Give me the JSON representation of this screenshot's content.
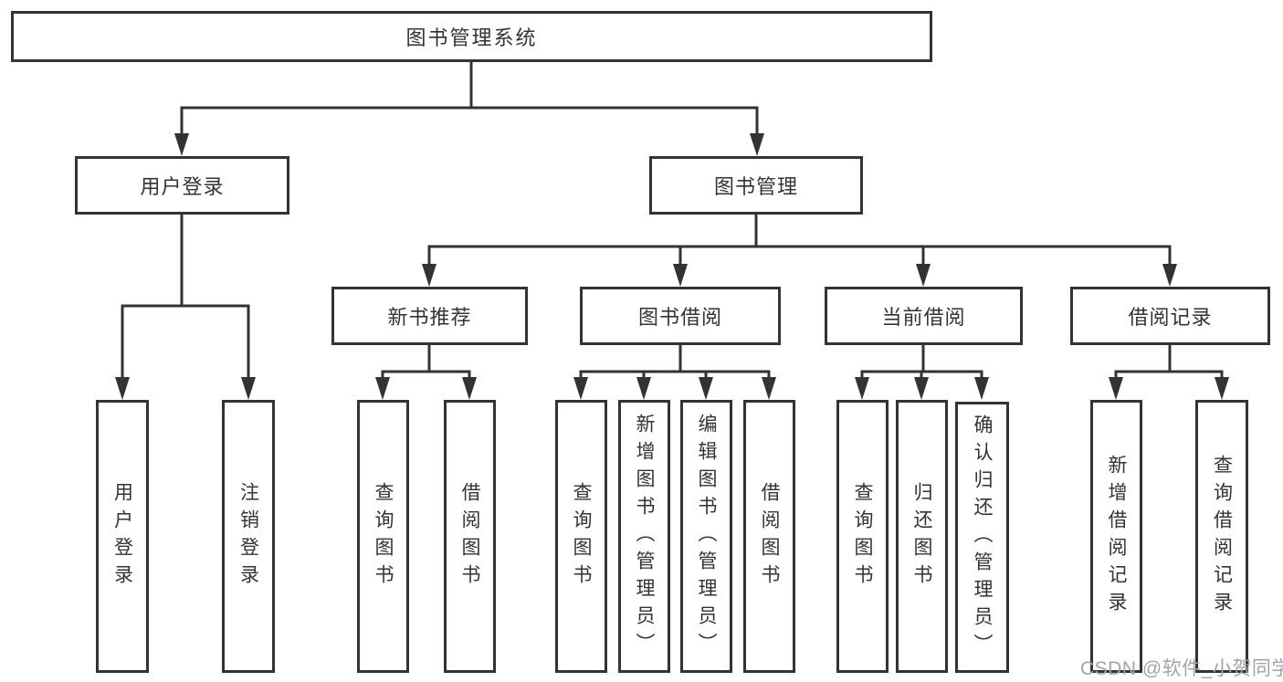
{
  "diagram": {
    "root": {
      "label": "图书管理系统"
    },
    "level2": [
      {
        "id": "user-login",
        "label": "用户登录"
      },
      {
        "id": "book-management",
        "label": "图书管理"
      }
    ],
    "level3": [
      {
        "id": "new-book-recommend",
        "label": "新书推荐"
      },
      {
        "id": "book-borrow",
        "label": "图书借阅"
      },
      {
        "id": "current-borrow",
        "label": "当前借阅"
      },
      {
        "id": "borrow-record",
        "label": "借阅记录"
      }
    ],
    "leaves": [
      {
        "parent": "user-login",
        "label": "用户登录"
      },
      {
        "parent": "user-login",
        "label": "注销登录"
      },
      {
        "parent": "new-book-recommend",
        "label": "查询图书"
      },
      {
        "parent": "new-book-recommend",
        "label": "借阅图书"
      },
      {
        "parent": "book-borrow",
        "label": "查询图书"
      },
      {
        "parent": "book-borrow",
        "label": "新增图书（管理员）"
      },
      {
        "parent": "book-borrow",
        "label": "编辑图书（管理员）"
      },
      {
        "parent": "book-borrow",
        "label": "借阅图书"
      },
      {
        "parent": "current-borrow",
        "label": "查询图书"
      },
      {
        "parent": "current-borrow",
        "label": "归还图书"
      },
      {
        "parent": "current-borrow",
        "label": "确认归还（管理员）"
      },
      {
        "parent": "borrow-record",
        "label": "新增借阅记录"
      },
      {
        "parent": "borrow-record",
        "label": "查询借阅记录"
      }
    ],
    "watermark": "CSDN @软件_小贺同学",
    "colors": {
      "line": "#333333",
      "text": "#333333",
      "watermark": "#a3a3a8",
      "background": "#ffffff"
    }
  }
}
